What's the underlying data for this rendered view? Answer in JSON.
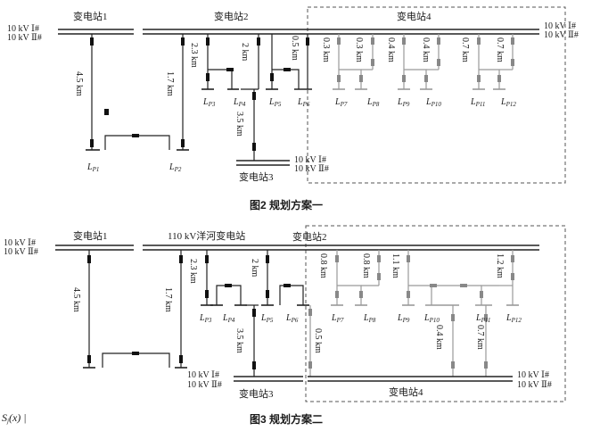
{
  "figure2": {
    "caption": "图2  规划方案一",
    "stations": {
      "s1": "变电站1",
      "s2": "变电站2",
      "s3": "变电站3",
      "s4": "变电站4"
    },
    "bus_left": {
      "bus1": "10 kV Ⅰ#",
      "bus2": "10 kV Ⅱ#"
    },
    "bus_right": {
      "bus1": "10 kV Ⅰ#",
      "bus2": "10 kV Ⅱ#"
    },
    "bus_s3": {
      "bus1": "10 kV Ⅰ#",
      "bus2": "10 kV Ⅱ#"
    },
    "distances": {
      "d1": "4.5 km",
      "d2": "1.7 km",
      "d3": "2.3 km",
      "d4": "2 km",
      "d5": "0.5 km",
      "d6": "0.3 km",
      "d7": "0.3 km",
      "d8": "0.4 km",
      "d9": "0.4 km",
      "d10": "0.7 km",
      "d11": "0.7 km",
      "d12": "3.5 km"
    },
    "loads": [
      "P1",
      "P2",
      "P3",
      "P4",
      "P5",
      "P6",
      "P7",
      "P8",
      "P9",
      "P10",
      "P11",
      "P12"
    ]
  },
  "figure3": {
    "caption": "图3  规划方案二",
    "stations": {
      "s1": "变电站1",
      "s110": "110 kV洋河变电站",
      "s2": "变电站2",
      "s3": "变电站3",
      "s4": "变电站4"
    },
    "bus_left": {
      "bus1": "10 kV Ⅰ#",
      "bus2": "10 kV Ⅱ#"
    },
    "bus_s3": {
      "bus1": "10 kV Ⅰ#",
      "bus2": "10 kV Ⅱ#"
    },
    "bus_right": {
      "bus1": "10 kV Ⅰ#",
      "bus2": "10 kV Ⅱ#"
    },
    "distances": {
      "d1": "4.5 km",
      "d2": "1.7 km",
      "d3": "2.3 km",
      "d4": "2 km",
      "d5": "3.5 km",
      "d6": "0.5 km",
      "d7": "0.8 km",
      "d8": "0.8 km",
      "d9": "1.1 km",
      "d10": "1.2 km",
      "d11": "0.4 km",
      "d12": "0.7 km"
    },
    "loads": [
      "P3",
      "P4",
      "P5",
      "P6",
      "P7",
      "P8",
      "P9",
      "P10",
      "P11",
      "P12"
    ]
  },
  "footer": {
    "formula": "S",
    "formula_sub": "j",
    "formula_tail": "(x) |"
  }
}
